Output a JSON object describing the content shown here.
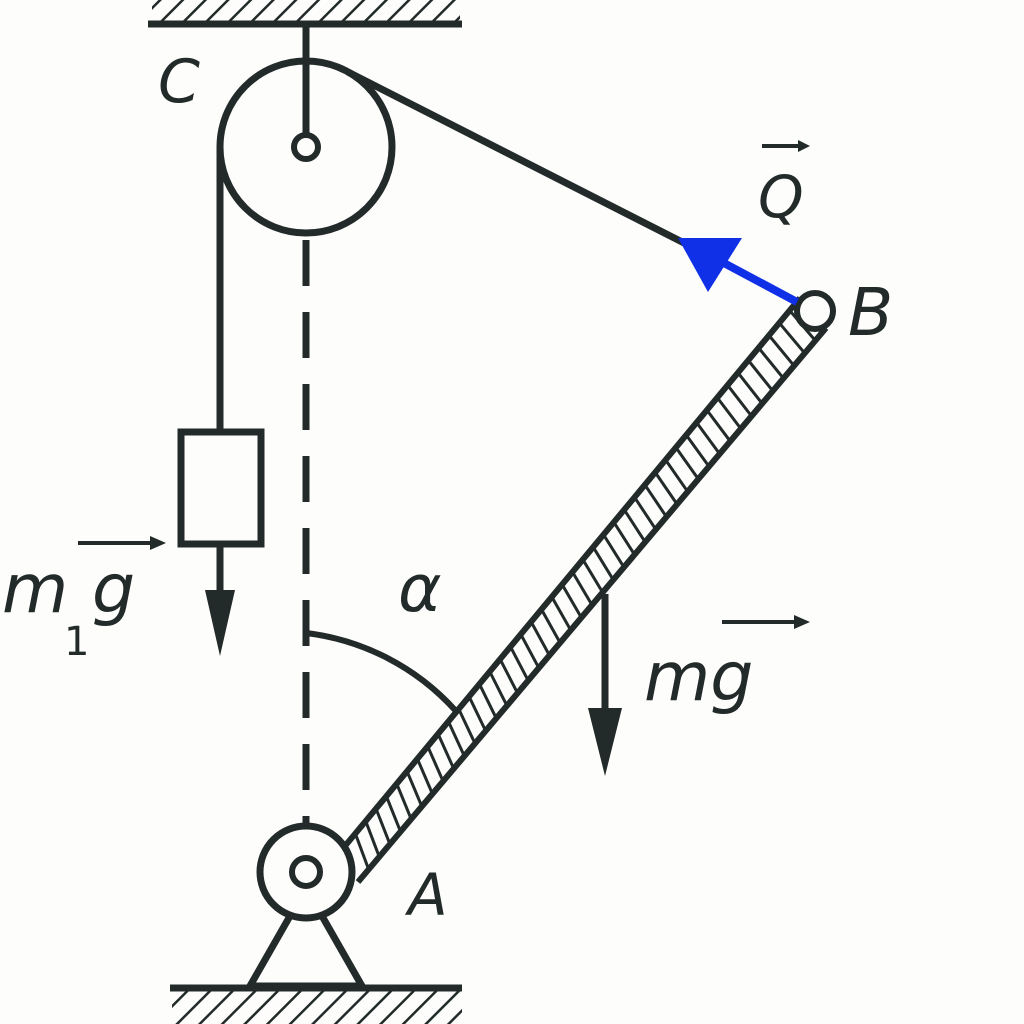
{
  "labels": {
    "C": "C",
    "B": "B",
    "A": "A",
    "Q": "Q",
    "alpha": "α",
    "m1g_m": "m",
    "m1g_sub": "1",
    "m1g_g": "g",
    "mg": "mg"
  },
  "colors": {
    "ink": "#222a2a",
    "force_Q": "#1030e8",
    "background": "#fdfdfb"
  }
}
